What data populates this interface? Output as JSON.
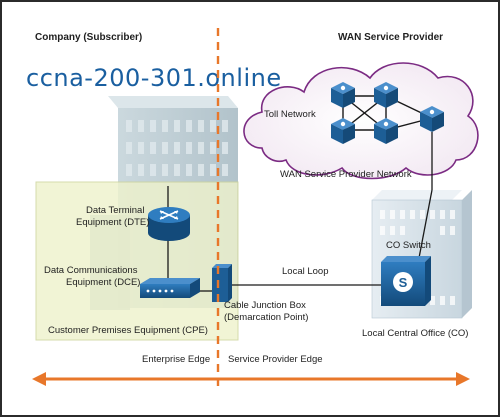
{
  "headers": {
    "left": "Company (Subscriber)",
    "right": "WAN Service Provider"
  },
  "watermark": "ccna-200-301.online",
  "labels": {
    "toll_network": "Toll Network",
    "wan_provider_network": "WAN Service Provider Network",
    "dte_line1": "Data Terminal",
    "dte_line2": "Equipment (DTE)",
    "dce_line1": "Data Communications",
    "dce_line2": "Equipment (DCE)",
    "cpe": "Customer Premises Equipment (CPE)",
    "local_loop": "Local Loop",
    "junction_line1": "Cable Junction Box",
    "junction_line2": "(Demarcation Point)",
    "co_switch": "CO Switch",
    "co": "Local Central Office (CO)",
    "enterprise_edge": "Enterprise Edge",
    "provider_edge": "Service Provider Edge"
  },
  "icons": {
    "router": "router-icon",
    "modem": "modem-icon",
    "co_switch": "co-switch-icon",
    "wan_switch": "wan-switch-icon",
    "junction_box": "junction-box-icon"
  },
  "colors": {
    "accent_orange": "#e8772a",
    "cpe_fill": "#eef2cc",
    "cloud_stroke": "#7b2b83",
    "device_blue": "#1d5e96",
    "link": "#1a1a1a"
  }
}
